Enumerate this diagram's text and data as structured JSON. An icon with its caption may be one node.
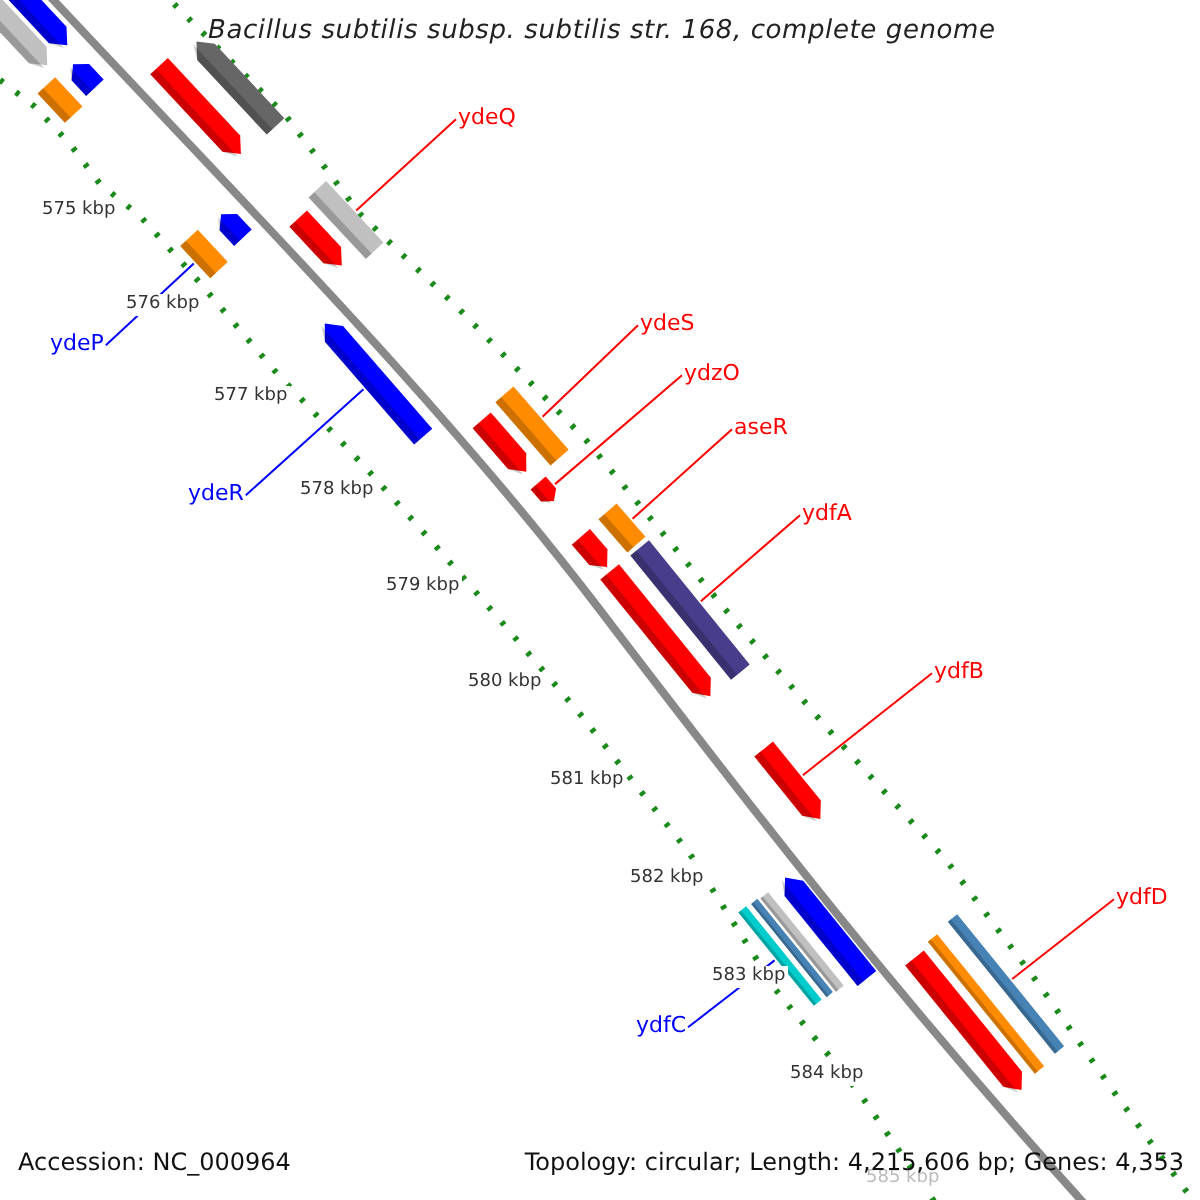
{
  "diagram": {
    "title": "Bacillus subtilis subsp. subtilis str. 168, complete genome",
    "nodes": [
      {
        "text": [
          "ydeQ"
        ]
      },
      {
        "text": [
          "ydeP"
        ]
      },
      {
        "text": [
          "ydeR"
        ]
      },
      {
        "text": [
          "ydeS"
        ]
      },
      {
        "text": [
          "ydzO"
        ]
      },
      {
        "text": [
          "aseR"
        ]
      },
      {
        "text": [
          "ydfA"
        ]
      },
      {
        "text": [
          "ydfB"
        ]
      },
      {
        "text": [
          "ydfC"
        ]
      },
      {
        "text": [
          "ydfD"
        ]
      },
      {
        "text": [],
        "shape": "arrow"
      },
      {
        "text": [],
        "shape": "arrow"
      },
      {
        "text": [],
        "shape": "arrow"
      },
      {
        "text": [],
        "shape": "bar"
      },
      {
        "text": [],
        "shape": "arrow"
      },
      {
        "text": [],
        "shape": "arrow"
      },
      {
        "text": [],
        "shape": "bar"
      },
      {
        "text": [],
        "shape": "arrow"
      },
      {
        "text": [],
        "shape": "arrow"
      },
      {
        "text": [],
        "shape": "bar"
      },
      {
        "text": [],
        "shape": "arrow"
      },
      {
        "text": [],
        "shape": "bar"
      },
      {
        "text": [],
        "shape": "arrow"
      },
      {
        "text": [],
        "shape": "arrow"
      },
      {
        "text": [],
        "shape": "bar"
      },
      {
        "text": [],
        "shape": "arrow"
      },
      {
        "text": [],
        "shape": "bar"
      },
      {
        "text": [],
        "shape": "arrow"
      },
      {
        "text": [],
        "shape": "arrow"
      },
      {
        "text": [],
        "shape": "arrow"
      },
      {
        "text": [],
        "shape": "bar"
      },
      {
        "text": [],
        "shape": "bar"
      },
      {
        "text": [],
        "shape": "bar"
      },
      {
        "text": [],
        "shape": "bar"
      },
      {
        "text": [],
        "shape": "bar"
      },
      {
        "text": [],
        "shape": "arrow"
      }
    ],
    "edges": [
      {
        "from": 0,
        "to": 16,
        "arrow": "none"
      },
      {
        "from": 1,
        "to": 19,
        "arrow": "none",
        "color": "#0000ff"
      },
      {
        "from": 2,
        "to": 20,
        "arrow": "none",
        "color": "#0000ff"
      },
      {
        "from": 3,
        "to": 21,
        "arrow": "none"
      },
      {
        "from": 4,
        "to": 23,
        "arrow": "none"
      },
      {
        "from": 5,
        "to": 24,
        "arrow": "none"
      },
      {
        "from": 6,
        "to": 26,
        "arrow": "none"
      },
      {
        "from": 7,
        "to": 28,
        "arrow": "none"
      },
      {
        "from": 8,
        "to": 32,
        "arrow": "none",
        "color": "#0000ff"
      },
      {
        "from": 9,
        "to": 33,
        "arrow": "none"
      }
    ],
    "labels": [
      "575 kbp",
      "576 kbp",
      "577 kbp",
      "578 kbp",
      "579 kbp",
      "580 kbp",
      "581 kbp",
      "582 kbp",
      "583 kbp",
      "584 kbp",
      "585 kbp",
      "Accession: NC_000964",
      "Topology: circular; Length: 4,215,606 bp; Genes: 4,353"
    ]
  }
}
